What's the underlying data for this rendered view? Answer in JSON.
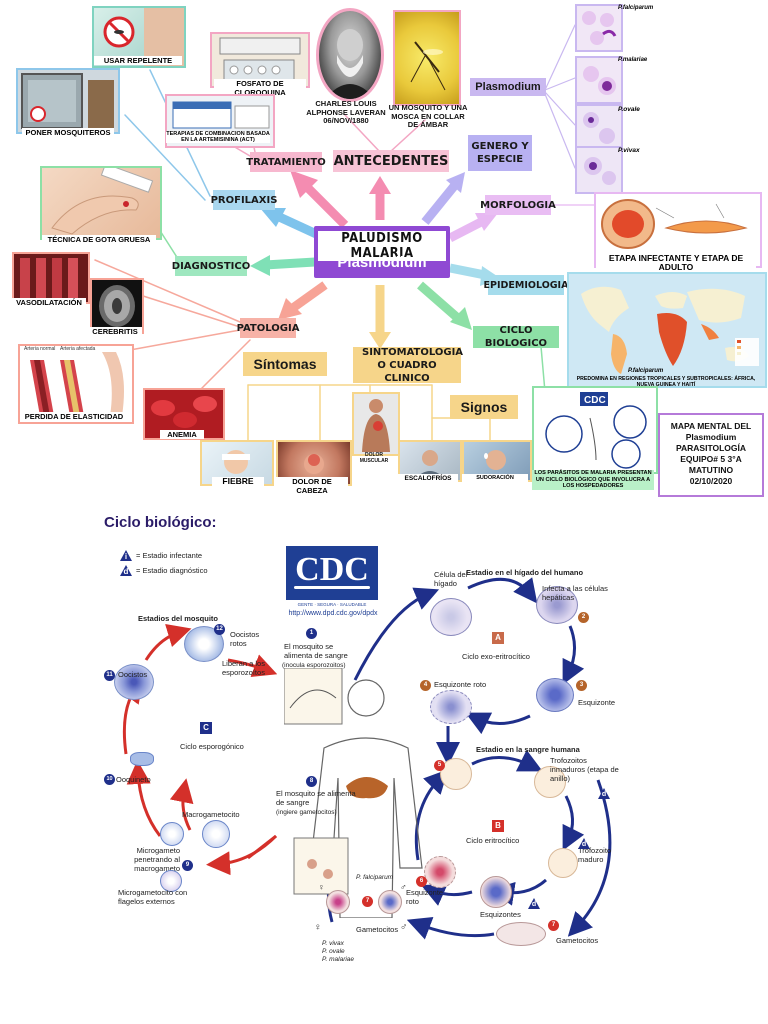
{
  "central": {
    "title": "PALUDISMO MALARIA",
    "subtitle": "Plasmodium"
  },
  "nodes": {
    "antecedentes": "ANTECEDENTES",
    "tratamiento": "TRATAMIENTO",
    "profilaxis": "PROFILAXIS",
    "diagnostico": "DIAGNOSTICO",
    "patologia": "PATOLOGIA",
    "sintomatologia": "SINTOMATOLOGIA O CUADRO CLINICO",
    "sintomas": "Síntomas",
    "signos": "Signos",
    "genero": "GENERO Y ESPECIE",
    "plasmodium": "Plasmodium",
    "morfologia": "MORFOLOGIA",
    "epidemiologia": "EPIDEMIOLOGIA",
    "ciclo": "CICLO BIOLOGICO"
  },
  "captions": {
    "repelente": "USAR REPELENTE",
    "mosquiteros": "PONER MOSQUITEROS",
    "fosfato": "FOSFATO DE CLOROQUINA",
    "terapias": "TERAPIAS DE COMBINACION BASADA EN LA ARTEMISININA (ACT)",
    "laveran": "CHARLES LOUIS ALPHONSE LAVERAN 06/NOV/1880",
    "mosquito_ambar": "UN MOSQUITO Y UNA MOSCA EN COLLAR DE ÁMBAR",
    "gota": "TÉCNICA DE GOTA GRUESA",
    "vasodilatacion": "VASODILATACIÓN",
    "cerebritis": "CEREBRITIS",
    "elasticidad": "PERDIDA DE ELASTICIDAD",
    "anemia": "ANEMIA",
    "fiebre": "FIEBRE",
    "cabeza": "DOLOR DE CABEZA",
    "muscular": "DOLOR MUSCULAR",
    "escalofrios": "ESCALOFRÍOS",
    "sudoracion": "SUDORACIÓN",
    "etapa": "ETAPA INFECTANTE Y ETAPA DE ADULTO",
    "falciparum_map": "P.falciparum",
    "predomina": "PREDOMINA EN REGIONES TROPICALES Y SUBTROPICALES: ÁFRICA, NUEVA GUINEA Y HAITÍ",
    "parasitos": "LOS PARÁSITOS DE MALARIA PRESENTAN UN CICLO BIOLÓGICO QUE INVOLUCRA A LOS HOSPEDADORES",
    "arteria_normal": "Arteria normal",
    "arteria_afectada": "Arteria afectada"
  },
  "species": [
    "P.falciparum",
    "P.malariae",
    "P.ovale",
    "P.vivax"
  ],
  "mapa_mental": [
    "MAPA MENTAL DEL",
    "Plasmodium",
    "PARASITOLOGÍA",
    "EQUIPO# 5    3°A MATUTINO",
    "02/10/2020"
  ],
  "ciclo_title": "Ciclo biológico:",
  "cdc": {
    "logo": "CDC",
    "tagline": "GENTE · SEGURA · SALUDABLE",
    "url": "http://www.dpd.cdc.gov/dpdx",
    "legend_infectante": "= Estadio infectante",
    "legend_diagnostico": "= Estadio diagnóstico",
    "legend_i": "i",
    "legend_d": "d",
    "mosquito_title": "Estadios del mosquito",
    "higado_title": "Estadio en el hígado del humano",
    "sangre_title": "Estadio en la sangre humana",
    "oocistos_rotos": "Oocistos rotos",
    "liberan": "Liberan a los esporozoítos",
    "oocistos": "Oocistos",
    "ciclo_esporogonico": "Ciclo esporogónico",
    "ooquineto": "Ooquineto",
    "macrogametocito": "Macrogametocito",
    "microgameto": "Microgameto penetrando al macrogameto",
    "microgametocito": "Microgametocito con flagelos externos",
    "se_alimenta_1": "El mosquito se alimenta de sangre",
    "inocula": "(inocula esporozoitos)",
    "se_alimenta_2": "El mosquito se alimenta de sangre",
    "ingiere": "(ingiere gametocitos)",
    "celula_higado": "Célula del hígado",
    "infecta": "Infecta a las células hepáticas",
    "ciclo_exo": "Ciclo exo-eritrocítico",
    "esquizonte_roto_1": "Esquizonte roto",
    "esquizonte": "Esquizonte",
    "trofozoitos_inmaduros": "Trofozoitos inmaduros (etapa de anillo)",
    "ciclo_eritrocitico": "Ciclo eritrocítico",
    "trofozoito_maduro": "Trofozoito maduro",
    "esquizontes": "Esquizontes",
    "esquizonte_roto_2": "Esquizonte roto",
    "gametocitos_1": "Gametocitos",
    "gametocitos_2": "Gametocitos",
    "p_falciparum": "P. falciparum",
    "p_others": "P. vivax\nP. ovale\nP. malariae",
    "box_a": "A",
    "box_b": "B",
    "box_c": "C",
    "step_1": "1",
    "step_2": "2",
    "step_3": "3",
    "step_4": "4",
    "step_5": "5",
    "step_6": "6",
    "step_7": "7",
    "step_8": "8",
    "step_9": "9",
    "step_10": "10",
    "step_11": "11",
    "step_12": "12"
  },
  "colors": {
    "central_purple": "#9b59d6",
    "tan": "#f6d58a",
    "pink": "#f3a6c3",
    "blue_node": "#a9d7ef",
    "green_node": "#8de0a6",
    "lavender": "#c9b8f0",
    "cdc_blue": "#1f3f94",
    "cdc_red": "#d43a2a"
  }
}
